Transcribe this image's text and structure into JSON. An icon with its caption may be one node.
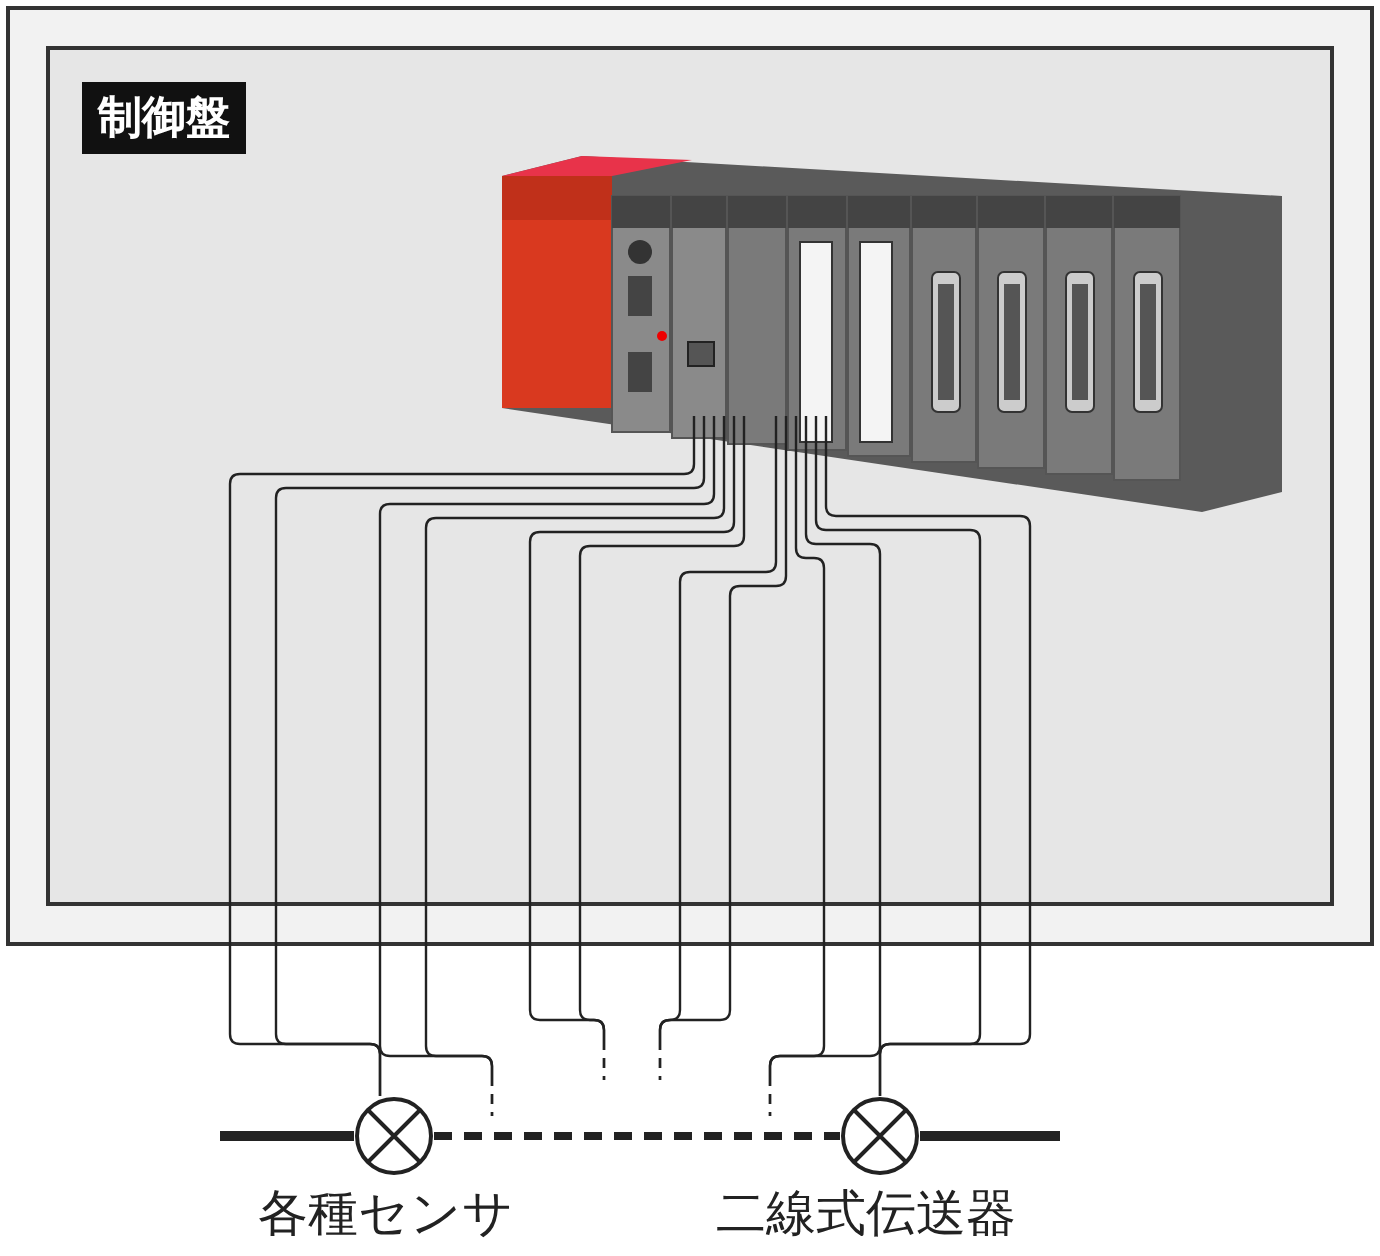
{
  "diagram": {
    "nodes": [
      {
        "text": [
          "制御盤"
        ]
      },
      {
        "text": [],
        "shape": "picture",
        "in": 0
      },
      {
        "text": [],
        "shape": "circle",
        "beside": [
          "各種センサ"
        ]
      },
      {
        "text": [],
        "shape": "circle",
        "beside": [
          "二線式伝送器"
        ]
      }
    ],
    "edges": [
      {
        "from": 1,
        "to": 2,
        "arrow": "none"
      },
      {
        "from": 1,
        "to": 2,
        "arrow": "none"
      },
      {
        "from": 1,
        "to": null,
        "arrow": "none"
      },
      {
        "from": 1,
        "to": null,
        "arrow": "none"
      },
      {
        "from": 1,
        "to": null,
        "arrow": "none"
      },
      {
        "from": 1,
        "to": null,
        "arrow": "none"
      },
      {
        "from": 1,
        "to": null,
        "arrow": "none"
      },
      {
        "from": 1,
        "to": null,
        "arrow": "none"
      },
      {
        "from": 1,
        "to": null,
        "arrow": "none"
      },
      {
        "from": 1,
        "to": null,
        "arrow": "none"
      },
      {
        "from": 1,
        "to": 3,
        "arrow": "none"
      },
      {
        "from": 1,
        "to": 3,
        "arrow": "none"
      },
      {
        "from": null,
        "to": 2,
        "arrow": "none",
        "style": "thick"
      },
      {
        "from": 2,
        "to": 3,
        "arrow": "none",
        "style": "dashed"
      },
      {
        "from": 3,
        "to": null,
        "arrow": "none",
        "style": "thick"
      }
    ]
  }
}
